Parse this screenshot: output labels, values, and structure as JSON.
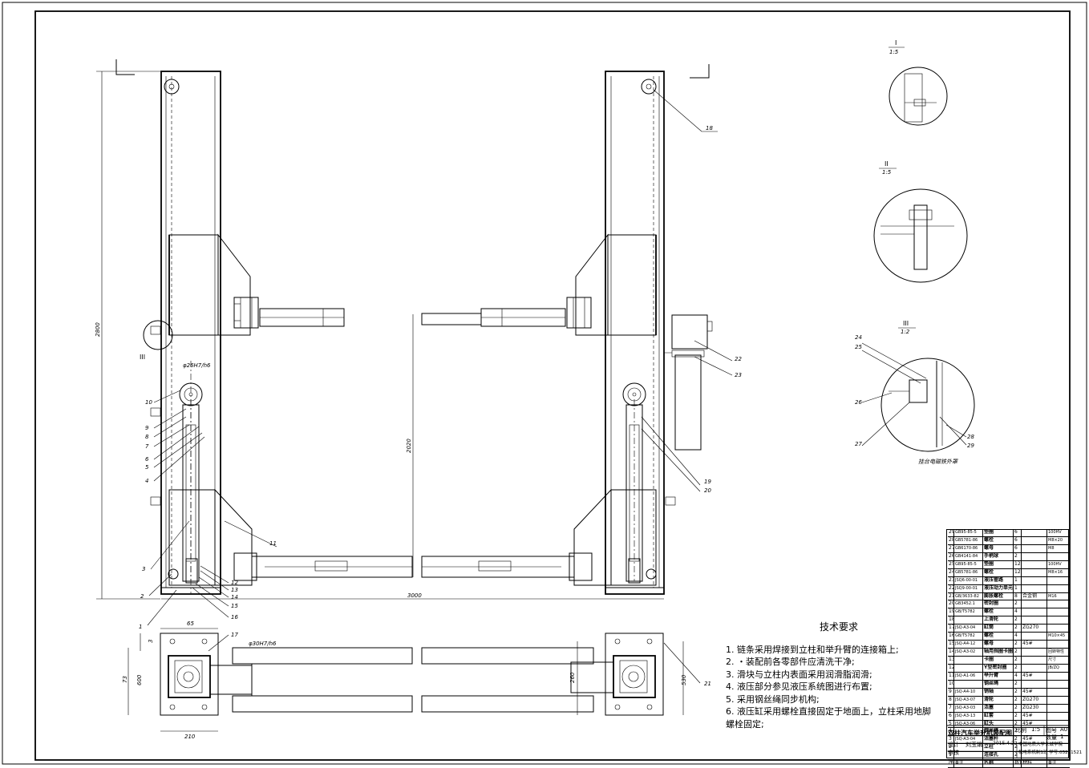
{
  "drawing": {
    "title": "双柱汽车举升机装配图",
    "section_views": [
      {
        "roman": "I",
        "scale": "1:5"
      },
      {
        "roman": "II",
        "scale": "1:5"
      },
      {
        "roman": "III",
        "scale": "1:2"
      }
    ],
    "section_III_caption": "挂台电磁铁外罩",
    "detail_marker": "III",
    "dimensions": {
      "overall_height": "2800",
      "lift_height": "2020",
      "overall_width": "3000",
      "base_65": "65",
      "base_73": "73",
      "base_600": "600",
      "base_210": "210",
      "base_260": "260",
      "base_530": "530",
      "dim_3": "3",
      "fit_top": "φ26H7/h6",
      "fit_bottom": "φ30H7/h6"
    },
    "callouts_left": [
      "10",
      "9",
      "8",
      "7",
      "6",
      "5",
      "4",
      "3",
      "2",
      "1",
      "12",
      "13",
      "14",
      "15",
      "16",
      "11",
      "17"
    ],
    "callouts_right": [
      "18",
      "19",
      "20",
      "21",
      "22",
      "23"
    ],
    "callouts_detail": [
      "24",
      "25",
      "26",
      "27",
      "28",
      "29"
    ]
  },
  "tech_requirements": {
    "heading": "技术要求",
    "items": [
      "1. 链条采用焊接到立柱和举升臂的连接箱上;",
      "2. ・装配前各零部件应清洗干净;",
      "3. 滑块与立柱内表面采用润滑脂润滑;",
      "4. 液压部分参见液压系统图进行布置;",
      "5. 采用钢丝绳同步机构;",
      "6. 液压缸采用螺栓直接固定于地面上，立柱采用地脚螺栓固定;"
    ]
  },
  "parts_list": [
    {
      "no": "29",
      "code": "GB95-85-5",
      "name": "垫圈",
      "qty": "6",
      "mat": "",
      "note": "100HV"
    },
    {
      "no": "28",
      "code": "GB5781-86",
      "name": "螺栓",
      "qty": "6",
      "mat": "",
      "note": "M8×20"
    },
    {
      "no": "27",
      "code": "GB6170-86",
      "name": "螺母",
      "qty": "6",
      "mat": "",
      "note": "M8"
    },
    {
      "no": "26",
      "code": "GB4141-84",
      "name": "手柄球",
      "qty": "2",
      "mat": "",
      "note": ""
    },
    {
      "no": "25",
      "code": "GB95-85-5",
      "name": "垫圈",
      "qty": "12",
      "mat": "",
      "note": "100HV"
    },
    {
      "no": "24",
      "code": "GB5781-86",
      "name": "螺栓",
      "qty": "12",
      "mat": "",
      "note": "M8×16"
    },
    {
      "no": "23",
      "code": "JSQ6-00-01",
      "name": "液压管路",
      "qty": "1",
      "mat": "",
      "note": ""
    },
    {
      "no": "22",
      "code": "JSQ9-00-01",
      "name": "液压动力单元",
      "qty": "1",
      "mat": "",
      "note": ""
    },
    {
      "no": "21",
      "code": "GB/3633-82",
      "name": "膨胀螺栓",
      "qty": "8",
      "mat": "合金钢",
      "note": "M16"
    },
    {
      "no": "20",
      "code": "GB3452.1",
      "name": "密封圈",
      "qty": "2",
      "mat": "",
      "note": ""
    },
    {
      "no": "19",
      "code": "GB/T5782",
      "name": "螺栓",
      "qty": "4",
      "mat": "",
      "note": ""
    },
    {
      "no": "18",
      "code": "",
      "name": "上滑轮",
      "qty": "2",
      "mat": "",
      "note": ""
    },
    {
      "no": "17",
      "code": "JSQ-A3-04",
      "name": "缸筒",
      "qty": "2",
      "mat": "ZG270",
      "note": ""
    },
    {
      "no": "16",
      "code": "GB/T5782",
      "name": "螺栓",
      "qty": "4",
      "mat": "",
      "note": "M10×45"
    },
    {
      "no": "15",
      "code": "JSQ-A4-12",
      "name": "螺母",
      "qty": "2",
      "mat": "45#",
      "note": ""
    },
    {
      "no": "14",
      "code": "JSQ-A3-02",
      "name": "轴用挡圈卡圈",
      "qty": "2",
      "mat": "",
      "note": "回转特性"
    },
    {
      "no": "13",
      "code": "",
      "name": "卡圈",
      "qty": "2",
      "mat": "",
      "note": "尺寸"
    },
    {
      "no": "12",
      "code": "",
      "name": "Y型密封圈",
      "qty": "2",
      "mat": "",
      "note": "JB/ZQ"
    },
    {
      "no": "11",
      "code": "JSQ-A1-06",
      "name": "举升臂",
      "qty": "4",
      "mat": "45#",
      "note": ""
    },
    {
      "no": "10",
      "code": "",
      "name": "钢丝绳",
      "qty": "2",
      "mat": "",
      "note": ""
    },
    {
      "no": "9",
      "code": "JSQ-A4-10",
      "name": "销轴",
      "qty": "2",
      "mat": "45#",
      "note": ""
    },
    {
      "no": "8",
      "code": "JSQ-A3-07",
      "name": "滑轮",
      "qty": "2",
      "mat": "ZG270",
      "note": ""
    },
    {
      "no": "7",
      "code": "JSQ-A3-03",
      "name": "活塞",
      "qty": "2",
      "mat": "ZG230",
      "note": ""
    },
    {
      "no": "6",
      "code": "JSQ-A3-13",
      "name": "缸套",
      "qty": "2",
      "mat": "45#",
      "note": ""
    },
    {
      "no": "5",
      "code": "JSQ-A3-06",
      "name": "缸头",
      "qty": "2",
      "mat": "45#",
      "note": ""
    },
    {
      "no": "4",
      "code": "",
      "name": "钢丝绳",
      "qty": "2",
      "mat": "",
      "note": ""
    },
    {
      "no": "3",
      "code": "JSQ-A3-04",
      "name": "活塞杆",
      "qty": "2",
      "mat": "45#",
      "note": ""
    },
    {
      "no": "2",
      "code": "",
      "name": "立柱",
      "qty": "2",
      "mat": "",
      "note": ""
    },
    {
      "no": "1",
      "code": "",
      "name": "连接孔",
      "qty": "2",
      "mat": "",
      "note": ""
    }
  ],
  "parts_header": {
    "no": "序号",
    "name": "名称",
    "qty": "数量",
    "mat": "材料",
    "note": "备注"
  },
  "title_block": {
    "drawing_name": "双柱汽车举升机装配图",
    "scale_label": "比例",
    "scale_value": "1:5",
    "sheet_label": "图号",
    "sheet_value": "A0",
    "qty_label": "数量",
    "qty_value": "1",
    "drawn_label": "设计",
    "drawn_by": "刘玉娟",
    "date": "2015.4.22",
    "school": "中国地质大学长城学院",
    "checked_label": "审核",
    "class_info": "机电系机制1班 学号:05211521"
  }
}
